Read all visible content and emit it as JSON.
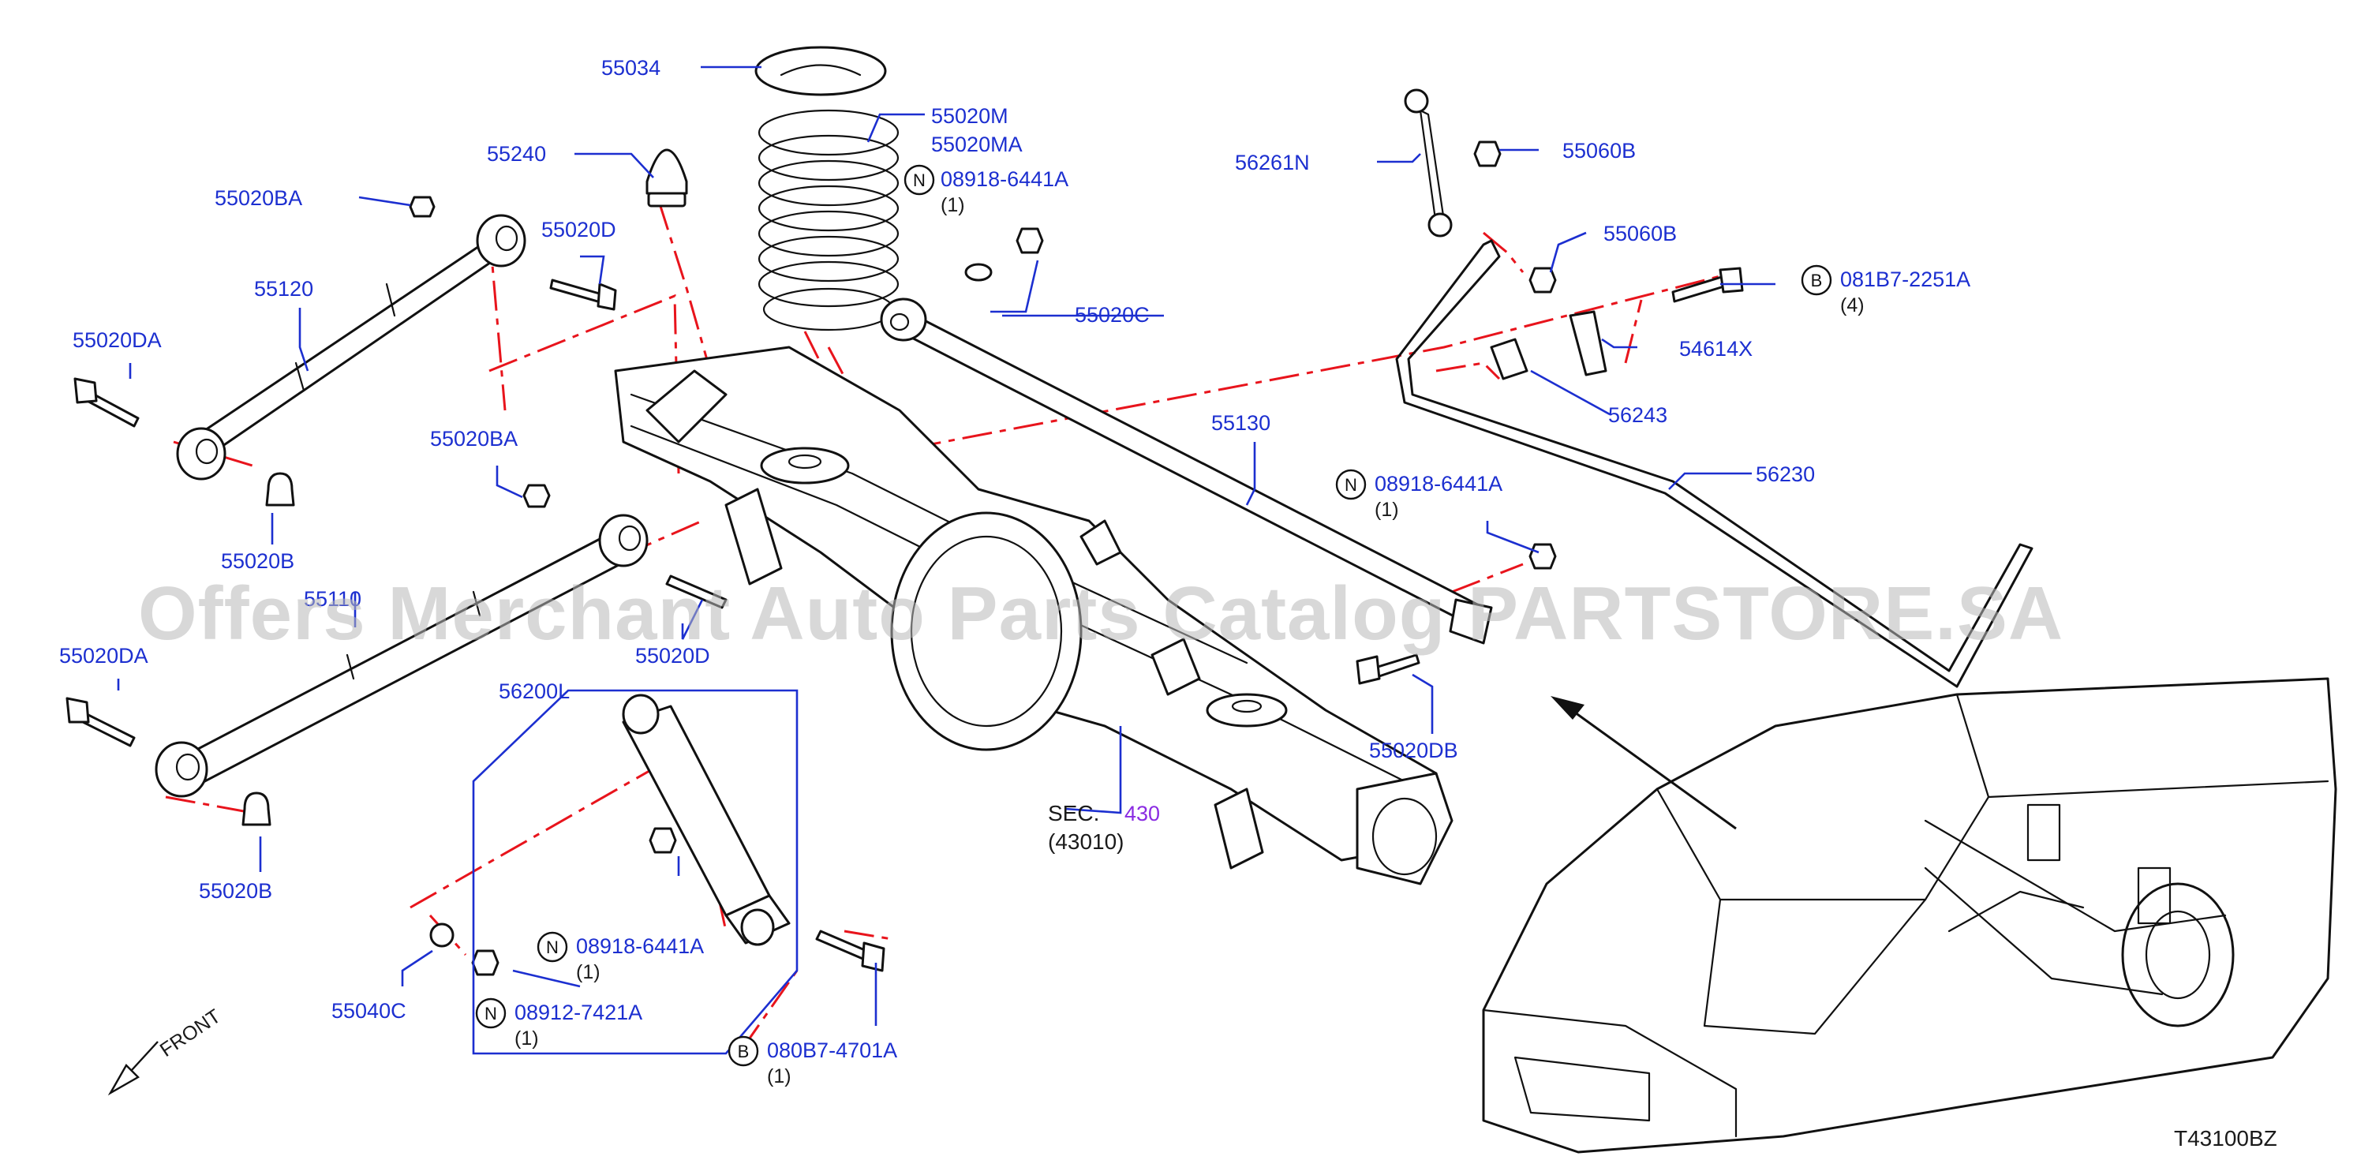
{
  "diagram_code": "T43100BZ",
  "watermark": "Offers Merchant Auto Parts Catalog PARTSTORE.SA",
  "front_label": "FRONT",
  "section_ref": {
    "prefix": "SEC.",
    "number": "430",
    "sub": "(43010)"
  },
  "part_labels": {
    "p55034": "55034",
    "p55020M": "55020M",
    "p55020MA": "55020MA",
    "p55240": "55240",
    "p55020BA_top": "55020BA",
    "p55020D_top": "55020D",
    "p55120": "55120",
    "p55020DA_top": "55020DA",
    "p55020B_top": "55020B",
    "p55020BA_mid": "55020BA",
    "p55110": "55110",
    "p55020D_mid": "55020D",
    "p55020DA_bot": "55020DA",
    "p55020B_bot": "55020B",
    "p56200L": "56200L",
    "p55040C": "55040C",
    "p55020C": "55020C",
    "p55130": "55130",
    "p55020DB": "55020DB",
    "p56261N": "56261N",
    "p55060B_top": "55060B",
    "p55060B_mid": "55060B",
    "p54614X": "54614X",
    "p56243": "56243",
    "p56230": "56230"
  },
  "fasteners": {
    "n1": {
      "circle": "N",
      "code": "08918-6441A",
      "qty": "(1)"
    },
    "n2": {
      "circle": "N",
      "code": "08918-6441A",
      "qty": "(1)"
    },
    "n3": {
      "circle": "N",
      "code": "08918-6441A",
      "qty": "(1)"
    },
    "n4": {
      "circle": "N",
      "code": "08912-7421A",
      "qty": "(1)"
    },
    "b1": {
      "circle": "B",
      "code": "081B7-2251A",
      "qty": "(4)"
    },
    "b2": {
      "circle": "B",
      "code": "080B7-4701A",
      "qty": "(1)"
    }
  },
  "colors": {
    "part_number": "#1c2fd0",
    "section_number": "#8a2be2",
    "centerline": "#e8141c",
    "line_art": "#111111",
    "watermark": "#b8b8b8"
  }
}
